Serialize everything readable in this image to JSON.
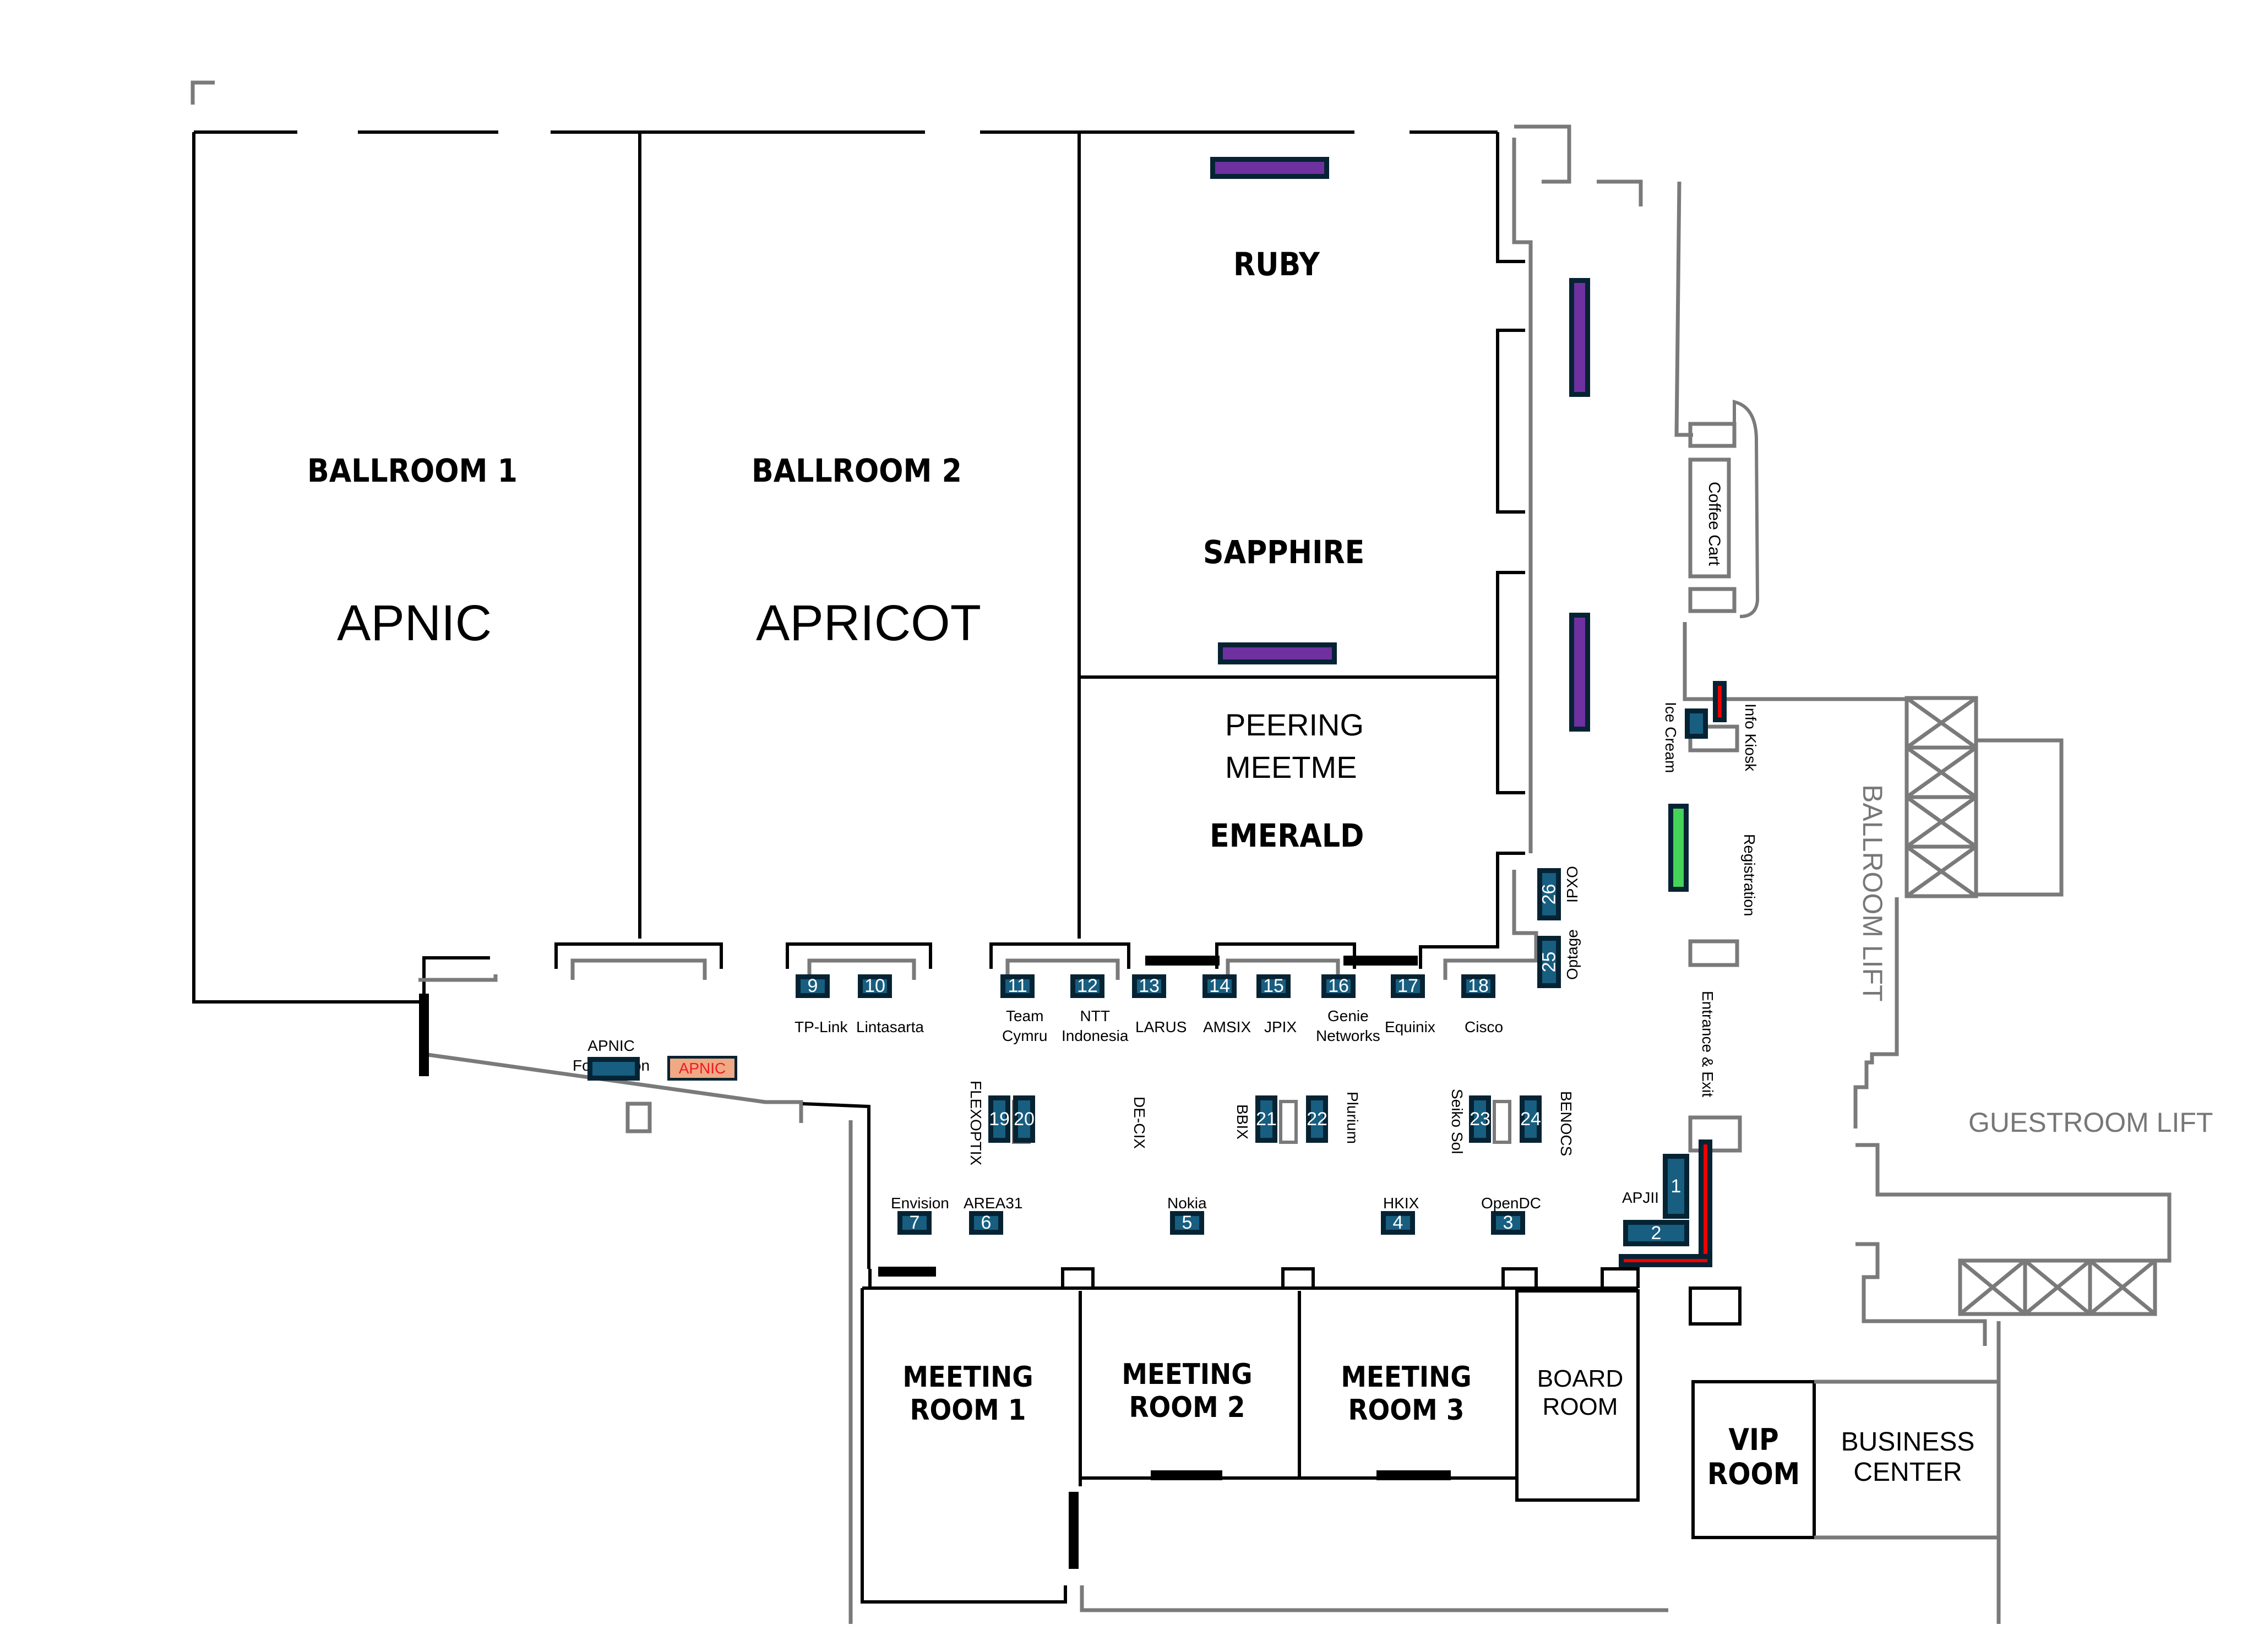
{
  "map_title": "Conference Venue Floor Plan",
  "colors": {
    "booth_fill": "#175e80",
    "booth_border": "#062333",
    "purple_station": "#6f31a0",
    "info_kiosk": "#ee0000",
    "registration": "#46d35a",
    "apnic_booth": "#f0a985",
    "apnic_text": "#ee1c25",
    "wall_gray": "#7a7a7a"
  },
  "rooms": {
    "ballroom1": {
      "name": "BALLROOM 1",
      "event": "APNIC"
    },
    "ballroom2": {
      "name": "BALLROOM 2",
      "event": "APRICOT"
    },
    "ruby": {
      "name": "RUBY"
    },
    "sapphire": {
      "name": "SAPPHIRE"
    },
    "emerald": {
      "name": "EMERALD",
      "event_line1": "PEERING",
      "event_line2": "MEETME"
    },
    "meeting1": {
      "line1": "MEETING",
      "line2": "ROOM 1"
    },
    "meeting2": {
      "line1": "MEETING",
      "line2": "ROOM 2"
    },
    "meeting3": {
      "line1": "MEETING",
      "line2": "ROOM 3"
    },
    "board": {
      "line1": "BOARD",
      "line2": "ROOM"
    },
    "vip": {
      "line1": "VIP",
      "line2": "ROOM"
    },
    "business": {
      "line1": "BUSINESS",
      "line2": "CENTER"
    }
  },
  "facilities": {
    "coffee_cart": "Coffee Cart",
    "ice_cream": "Ice Cream",
    "info_kiosk": "Info Kiosk",
    "registration": "Registration",
    "entrance_exit": "Entrance & Exit",
    "ballroom_lift": "BALLROOM LIFT",
    "guestroom_lift": "GUESTROOM LIFT"
  },
  "special_booths": {
    "apnic_foundation": {
      "line1": "APNIC",
      "line2": "Foundation"
    },
    "apnic": "APNIC"
  },
  "booths": [
    {
      "number": "1",
      "sponsor": "APJII"
    },
    {
      "number": "2",
      "sponsor": "APJII"
    },
    {
      "number": "3",
      "sponsor": "OpenDC"
    },
    {
      "number": "4",
      "sponsor": "HKIX"
    },
    {
      "number": "5",
      "sponsor": "Nokia"
    },
    {
      "number": "6",
      "sponsor": "AREA31"
    },
    {
      "number": "7",
      "sponsor": "Envision"
    },
    {
      "number": "9",
      "sponsor": "TP-Link"
    },
    {
      "number": "10",
      "sponsor": "Lintasarta"
    },
    {
      "number": "11",
      "sponsor_line1": "Team",
      "sponsor_line2": "Cymru"
    },
    {
      "number": "12",
      "sponsor_line1": "NTT",
      "sponsor_line2": "Indonesia"
    },
    {
      "number": "13",
      "sponsor": "LARUS"
    },
    {
      "number": "14",
      "sponsor": "AMSIX"
    },
    {
      "number": "15",
      "sponsor": "JPIX"
    },
    {
      "number": "16",
      "sponsor_line1": "Genie",
      "sponsor_line2": "Networks"
    },
    {
      "number": "17",
      "sponsor": "Equinix"
    },
    {
      "number": "18",
      "sponsor": "Cisco"
    },
    {
      "number": "19",
      "sponsor": "FLEXOPTIX"
    },
    {
      "number": "20",
      "sponsor": "DE-CIX"
    },
    {
      "number": "21",
      "sponsor": "BBIX"
    },
    {
      "number": "22",
      "sponsor": "Plurium"
    },
    {
      "number": "23",
      "sponsor": "Seiko Sol"
    },
    {
      "number": "24",
      "sponsor": "BENOCS"
    },
    {
      "number": "25",
      "sponsor": "Optage"
    },
    {
      "number": "26",
      "sponsor": "IPXO"
    }
  ]
}
